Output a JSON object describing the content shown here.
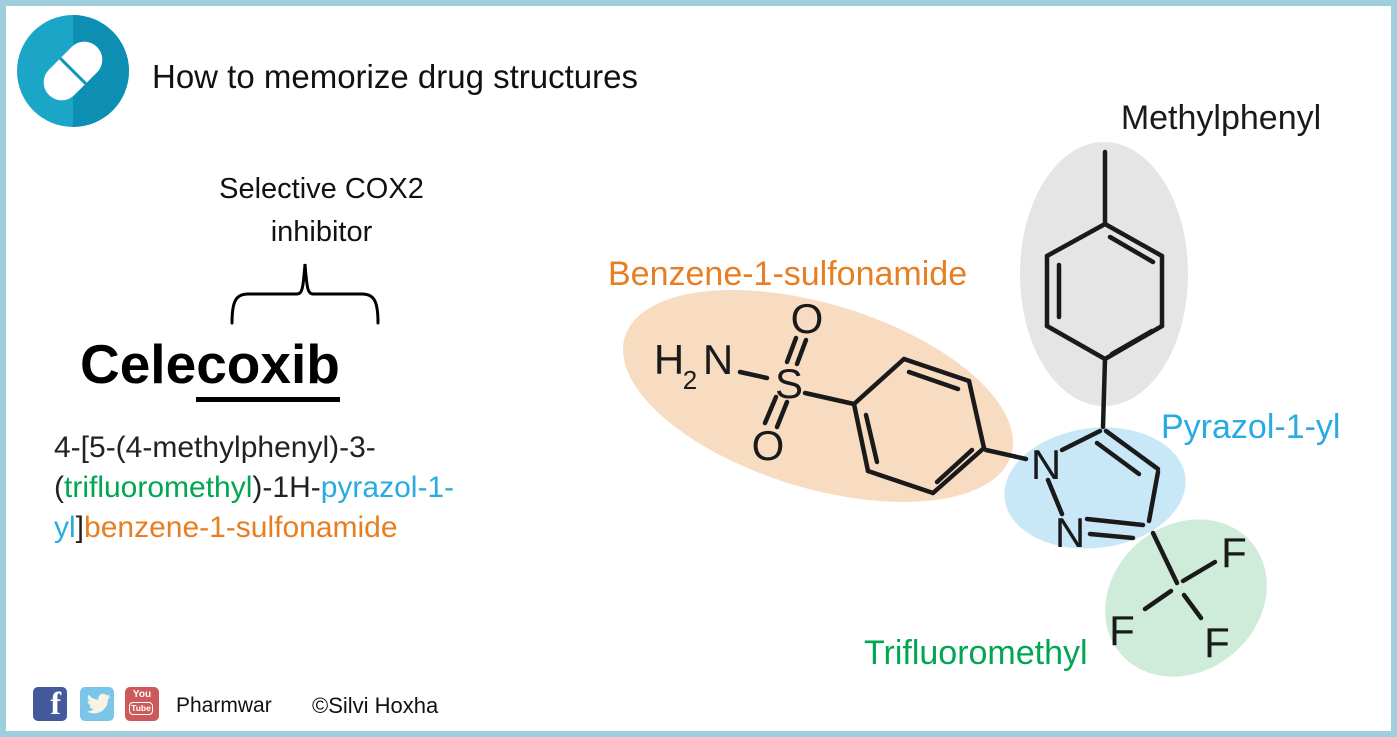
{
  "slide": {
    "title": "How to memorize drug structures",
    "border_color": "#9FCFDD",
    "logo": {
      "light_teal": "#1BA6C7",
      "dark_teal": "#0D8FB4"
    }
  },
  "drug": {
    "class_line1": "Selective COX2",
    "class_line2": "inhibitor",
    "name_prefix": "Cele",
    "name_suffix": "coxib",
    "iupac": {
      "l1": "4-[5-(4-methylphenyl)-3-",
      "l2_open": "(",
      "l2_green": "trifluoromethyl",
      "l2_mid": ")-1H-",
      "l2_blue": "pyrazol-1-",
      "l3_blue": "yl",
      "l3_bracket": "]",
      "l3_orange": "benzene-1-sulfonamide"
    },
    "text_colors": {
      "green": "#00A651",
      "blue": "#29ABE2",
      "orange": "#E87E22"
    }
  },
  "structure": {
    "labels": {
      "methylphenyl": {
        "text": "Methylphenyl",
        "color": "#1A1A1A"
      },
      "benzene_sulfonamide": {
        "text": "Benzene-1-sulfonamide",
        "color": "#E87E22"
      },
      "pyrazolyl": {
        "text": "Pyrazol-1-yl",
        "color": "#29ABE2"
      },
      "trifluoromethyl": {
        "text": "Trifluoromethyl",
        "color": "#00A651"
      }
    },
    "highlights": {
      "methylphenyl": "#E5E5E5",
      "sulfonamide": "#F7DCC2",
      "pyrazole": "#C9E8F7",
      "cf3": "#CFEBDA"
    },
    "atoms": {
      "h": "H",
      "h_sub": "2",
      "n_amide": "N",
      "s": "S",
      "o_top": "O",
      "o_bottom": "O",
      "n1": "N",
      "n2": "N",
      "f1": "F",
      "f2": "F",
      "f3": "F"
    }
  },
  "footer": {
    "facebook": "f",
    "youtube_top": "You",
    "youtube_bottom": "Tube",
    "brand": "Pharmwar",
    "credit": "©Silvi Hoxha"
  }
}
